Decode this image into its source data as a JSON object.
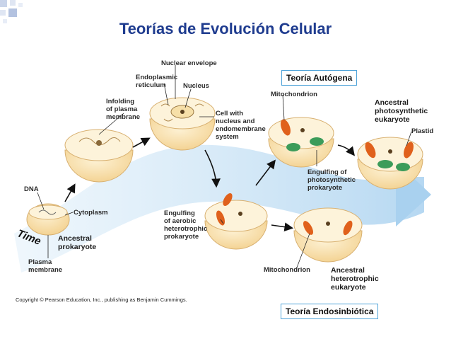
{
  "title": "Teorías de Evolución Celular",
  "labels": {
    "nuclear_envelope": "Nuclear envelope",
    "er_1": "Endoplasmic",
    "er_2": "reticulum",
    "nucleus": "Nucleus",
    "infolding_1": "Infolding",
    "infolding_2": "of plasma",
    "infolding_3": "membrane",
    "cell_nucleus_1": "Cell with",
    "cell_nucleus_2": "nucleus and",
    "cell_nucleus_3": "endomembrane",
    "cell_nucleus_4": "system",
    "mitochondrion_top": "Mitochondrion",
    "anc_photo_1": "Ancestral",
    "anc_photo_2": "photosynthetic",
    "anc_photo_3": "eukaryote",
    "plastid": "Plastid",
    "engulf_photo_1": "Engulfing of",
    "engulf_photo_2": "photosynthetic",
    "engulf_photo_3": "prokaryote",
    "dna": "DNA",
    "cytoplasm": "Cytoplasm",
    "time": "Time",
    "anc_prok_1": "Ancestral",
    "anc_prok_2": "prokaryote",
    "plasma_1": "Plasma",
    "plasma_2": "membrane",
    "engulf_aer_1": "Engulfing",
    "engulf_aer_2": "of aerobic",
    "engulf_aer_3": "heterotrophic",
    "engulf_aer_4": "prokaryote",
    "mitochondrion_bottom": "Mitochondrion",
    "anc_het_1": "Ancestral",
    "anc_het_2": "heterotrophic",
    "anc_het_3": "eukaryote",
    "copyright": "Copyright © Pearson Education, Inc., publishing as Benjamin Cummings."
  },
  "boxes": {
    "autogena": "Teoría Autógena",
    "endosimbiotica": "Teoría Endosinbiótica"
  },
  "colors": {
    "title": "#1f3c8f",
    "cell_fill": "#fbe6b8",
    "cell_shade": "#efc98a",
    "arrow_band": "#bcdcf2",
    "mitochondrion": "#e0611c",
    "plastid": "#3c9c5a",
    "box_border": "#4fa3d9"
  }
}
